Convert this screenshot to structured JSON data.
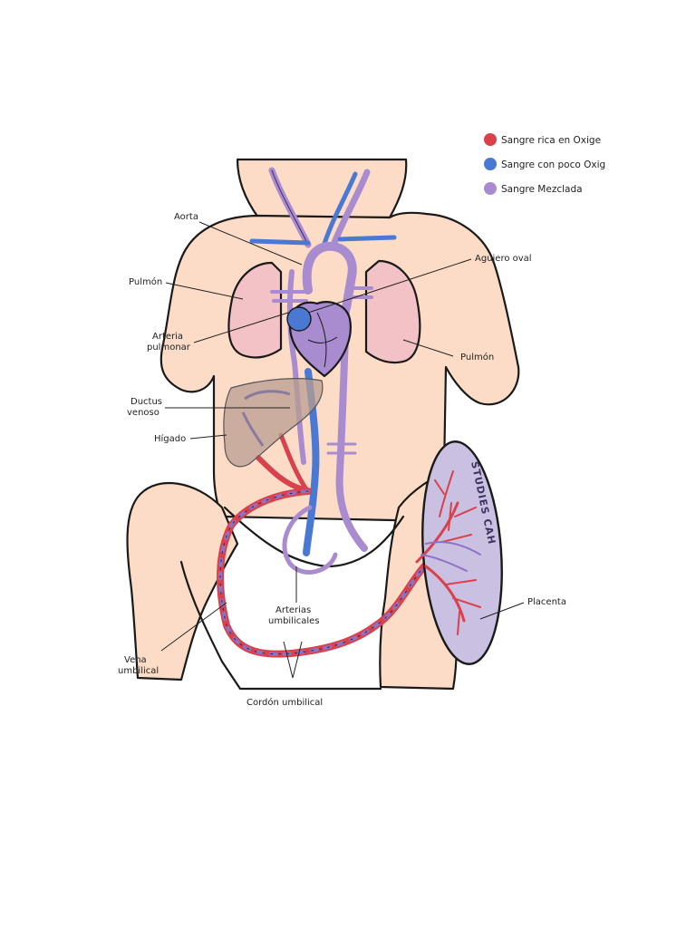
{
  "colors": {
    "oxygen_rich": "#d9414d",
    "oxygen_poor": "#4a79d4",
    "mixed": "#a98bd0",
    "skin": "#fcdcc6",
    "lung": "#f3c2c6",
    "liver": "#b99d92",
    "placenta": "#c9c0e2",
    "outline": "#1a1a1a"
  },
  "legend": [
    {
      "label": "Sangre rica en Oxige",
      "color": "#d9414d"
    },
    {
      "label": "Sangre con poco Oxig",
      "color": "#4a79d4"
    },
    {
      "label": "Sangre Mezclada",
      "color": "#a98bd0"
    }
  ],
  "labels": {
    "aorta": "Aorta",
    "agujero_oval": "Agujero oval",
    "pulmon_left": "Pulmón",
    "arteria_pulmonar_1": "Arteria",
    "arteria_pulmonar_2": "pulmonar",
    "pulmon_right": "Pulmón",
    "ductus_1": "Ductus",
    "ductus_2": "venoso",
    "higado": "Hígado",
    "arterias_1": "Arterias",
    "arterias_2": "umbilicales",
    "vena_1": "Vena",
    "vena_2": "umbilical",
    "placenta": "Placenta",
    "cordon": "Cordón umbilical",
    "watermark": "STUDIES CAH"
  }
}
